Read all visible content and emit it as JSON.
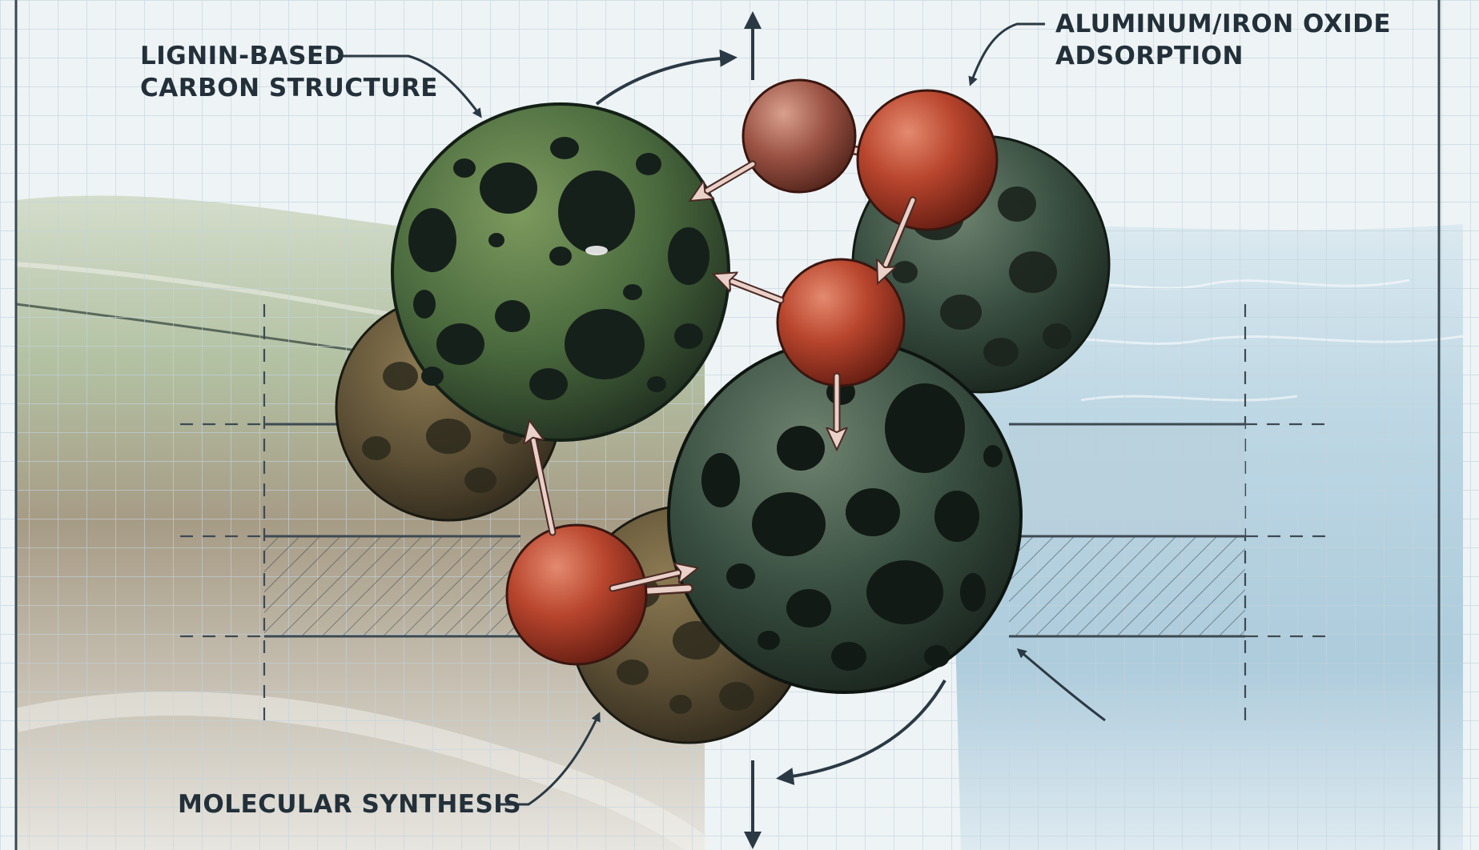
{
  "labels": {
    "lignin": {
      "line1": "LIGNIN-BASED",
      "line2": "CARBON STRUCTURE"
    },
    "oxide": {
      "line1": "ALUMINUM/IRON OXIDE",
      "line2": "ADSORPTION"
    },
    "synthesis": {
      "line1": "MOLECULAR SYNTHESIS"
    }
  },
  "colors": {
    "grid_background": "#eef3f5",
    "grid_line": "#c3d3dc",
    "carbon_sphere": "#4a6a3e",
    "carbon_sphere_dark": "#2c3f2c",
    "oxide_sphere": "#b2402a",
    "soil": "#b7a98d",
    "water": "#a9ccdd",
    "ink": "#1f2a33"
  },
  "icons": [
    "porous-carbon-sphere",
    "oxide-particle",
    "transfer-arrow",
    "leader-arrow"
  ]
}
